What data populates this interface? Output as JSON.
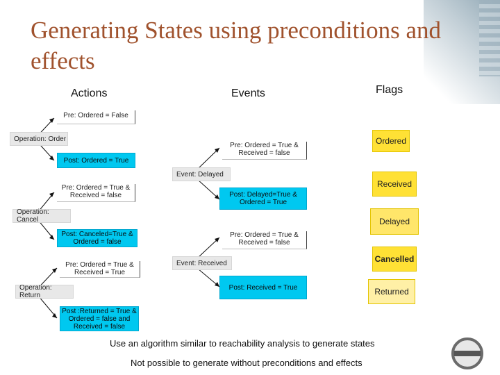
{
  "title": "Generating States using preconditions and effects",
  "columns": {
    "actions": "Actions",
    "events": "Events",
    "flags": "Flags"
  },
  "actions": {
    "order_pre": "Pre: Ordered = False",
    "order_op": "Operation: Order",
    "order_post": "Post: Ordered = True",
    "cancel_pre": "Pre: Ordered = True & Received = false",
    "cancel_op": "Operation: Cancel",
    "cancel_post": "Post: Canceled=True & Ordered = false",
    "return_pre": "Pre: Ordered = True & Received = True",
    "return_op": "Operation: Return",
    "return_post": "Post :Returned = True & Ordered = false and Received = false"
  },
  "events": {
    "delayed_pre": "Pre: Ordered = True & Received = false",
    "delayed_event": "Event: Delayed",
    "delayed_post": "Post: Delayed=True & Ordered = True",
    "received_pre": "Pre: Ordered = True & Received = false",
    "received_event": "Event: Received",
    "received_post": "Post: Received = True"
  },
  "flags": [
    "Ordered",
    "Received",
    "Delayed",
    "Cancelled",
    "Returned"
  ],
  "footer": {
    "line1": "Use an algorithm similar to reachability analysis to generate states",
    "line2": "Not possible to generate without preconditions and effects"
  },
  "colors": {
    "title": "#a0522d",
    "post": "#00c8f0",
    "flag": "#ffe135",
    "operation": "#e8e8e8"
  }
}
